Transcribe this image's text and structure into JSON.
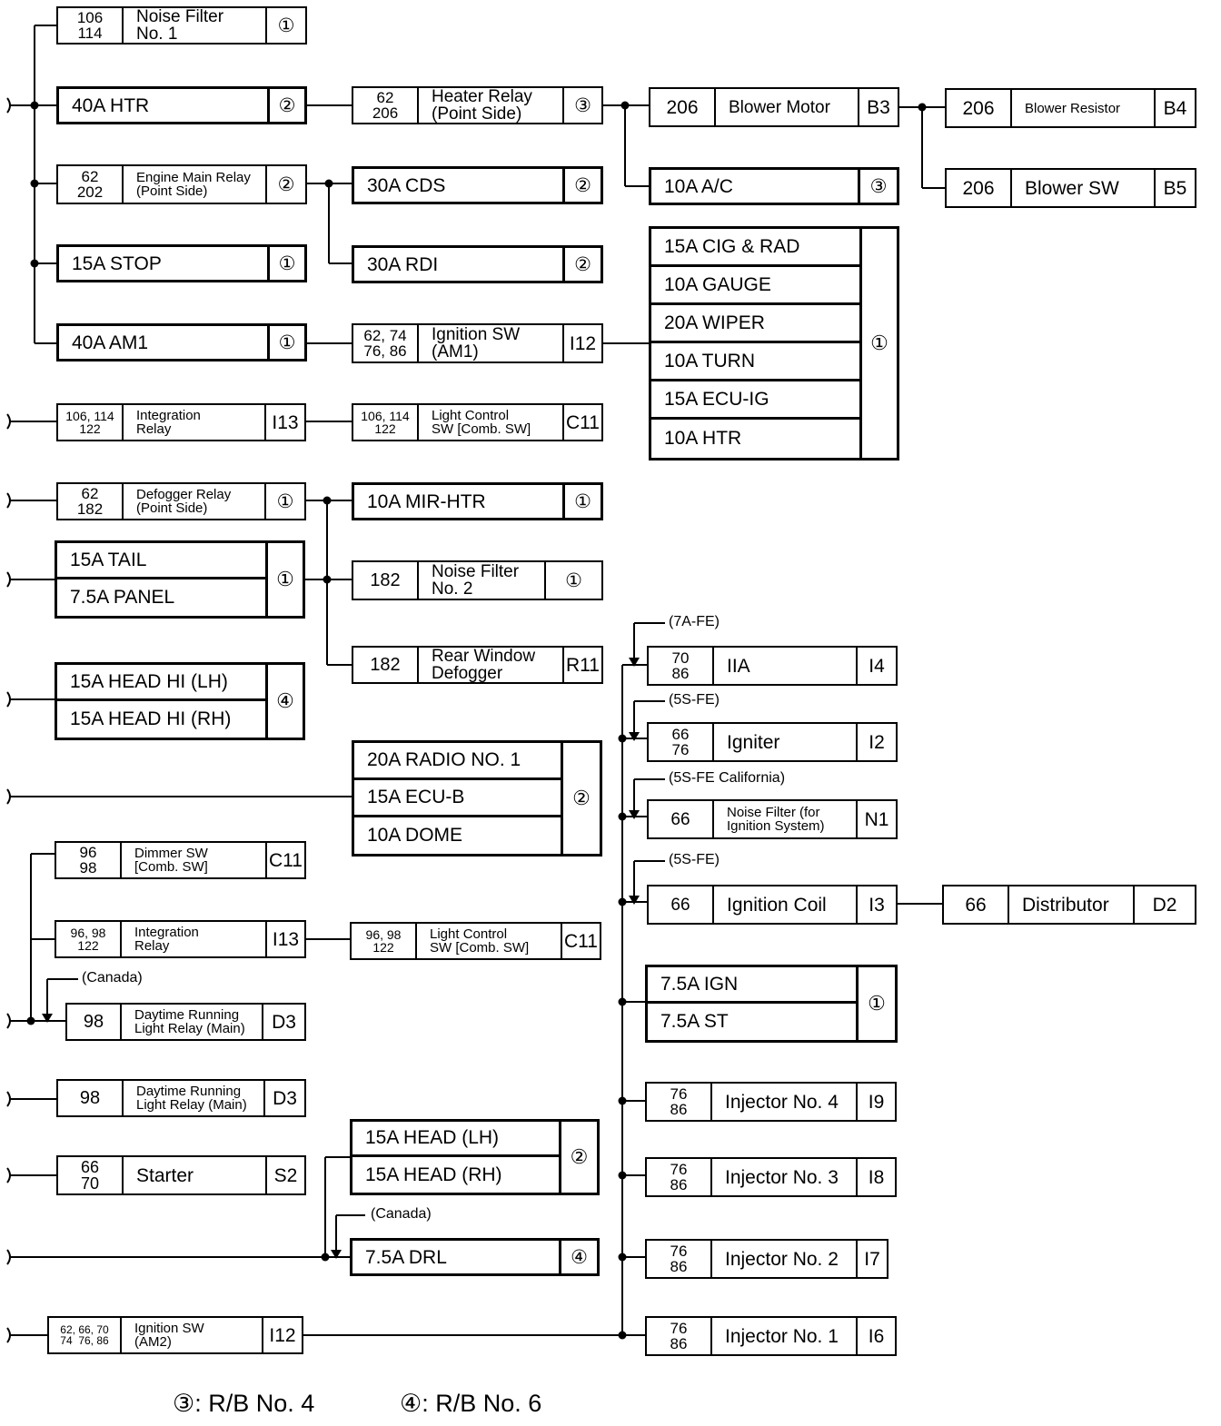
{
  "blocks": {
    "noise_filter_1": {
      "code": "106\n114",
      "name": "Noise Filter\nNo. 1",
      "tail": "①"
    },
    "fuse_40a_htr": {
      "name": "40A HTR",
      "tail": "②"
    },
    "engine_main_relay": {
      "code": "62\n202",
      "name": "Engine Main Relay\n(Point Side)",
      "tail": "②"
    },
    "fuse_15a_stop": {
      "name": "15A STOP",
      "tail": "①"
    },
    "fuse_40a_am1": {
      "name": "40A AM1",
      "tail": "①"
    },
    "integration_relay_1": {
      "code": "106, 114\n122",
      "name": "Integration\nRelay",
      "tail": "I13"
    },
    "defogger_relay": {
      "code": "62\n182",
      "name": "Defogger Relay\n(Point Side)",
      "tail": "①"
    },
    "heater_relay": {
      "code": "62\n206",
      "name": "Heater Relay\n(Point Side)",
      "tail": "③"
    },
    "fuse_30a_cds": {
      "name": "30A CDS",
      "tail": "②"
    },
    "fuse_30a_rdi": {
      "name": "30A RDI",
      "tail": "②"
    },
    "ignition_sw_am1": {
      "code": "62, 74\n76, 86",
      "name": "Ignition SW\n(AM1)",
      "tail": "I12"
    },
    "light_control_sw_1": {
      "code": "106, 114\n122",
      "name": "Light Control\nSW [Comb. SW]",
      "tail": "C11"
    },
    "fuse_10a_mir_htr": {
      "name": "10A MIR-HTR",
      "tail": "①"
    },
    "noise_filter_2": {
      "code": "182",
      "name": "Noise Filter\nNo. 2",
      "tail": "①"
    },
    "rear_window_defogger": {
      "code": "182",
      "name": "Rear Window\nDefogger",
      "tail": "R11"
    },
    "blower_motor": {
      "code": "206",
      "name": "Blower Motor",
      "tail": "B3"
    },
    "fuse_10a_ac": {
      "name": "10A A/C",
      "tail": "③"
    },
    "blower_resistor": {
      "code": "206",
      "name": "Blower Resistor",
      "tail": "B4"
    },
    "blower_sw": {
      "code": "206",
      "name": "Blower SW",
      "tail": "B5"
    },
    "dimmer_sw": {
      "code": "96\n98",
      "name": "Dimmer SW\n[Comb. SW]",
      "tail": "C11"
    },
    "integration_relay_2": {
      "code": "96, 98\n122",
      "name": "Integration\nRelay",
      "tail": "I13"
    },
    "light_control_sw_2": {
      "code": "96, 98\n122",
      "name": "Light Control\nSW [Comb. SW]",
      "tail": "C11"
    },
    "drl_relay_1": {
      "code": "98",
      "name": "Daytime Running\nLight Relay (Main)",
      "tail": "D3"
    },
    "drl_relay_2": {
      "code": "98",
      "name": "Daytime Running\nLight Relay (Main)",
      "tail": "D3"
    },
    "starter": {
      "code": "66\n70",
      "name": "Starter",
      "tail": "S2"
    },
    "fuse_7_5a_drl": {
      "name": "7.5A DRL",
      "tail": "④"
    },
    "ignition_sw_am2": {
      "code": "62, 66, 70\n74  76, 86",
      "name": "Ignition SW\n(AM2)",
      "tail": "I12"
    },
    "iia": {
      "code": "70\n86",
      "name": "IIA",
      "tail": "I4"
    },
    "igniter": {
      "code": "66\n76",
      "name": "Igniter",
      "tail": "I2"
    },
    "noise_filter_ign": {
      "code": "66",
      "name": "Noise Filter (for\nIgnition System)",
      "tail": "N1"
    },
    "ignition_coil": {
      "code": "66",
      "name": "Ignition Coil",
      "tail": "I3"
    },
    "distributor": {
      "code": "66",
      "name": "Distributor",
      "tail": "D2"
    },
    "injector_4": {
      "code": "76\n86",
      "name": "Injector No. 4",
      "tail": "I9"
    },
    "injector_3": {
      "code": "76\n86",
      "name": "Injector No. 3",
      "tail": "I8"
    },
    "injector_2": {
      "code": "76\n86",
      "name": "Injector No. 2",
      "tail": "I7"
    },
    "injector_1": {
      "code": "76\n86",
      "name": "Injector No. 1",
      "tail": "I6"
    }
  },
  "stacks": {
    "tail_panel": {
      "rows": [
        "15A TAIL",
        "7.5A PANEL"
      ],
      "tail": "①"
    },
    "head_hi": {
      "rows": [
        "15A HEAD HI (LH)",
        "15A HEAD HI (RH)"
      ],
      "tail": "④"
    },
    "radio_ecu_dome": {
      "rows": [
        "20A RADIO NO. 1",
        "15A ECU-B",
        "10A DOME"
      ],
      "tail": "②"
    },
    "head_lo": {
      "rows": [
        "15A HEAD (LH)",
        "15A HEAD (RH)"
      ],
      "tail": "②"
    },
    "am1_fuses": {
      "rows": [
        "15A CIG & RAD",
        "10A GAUGE",
        "20A WIPER",
        "10A TURN",
        "15A ECU-IG",
        "10A HTR"
      ],
      "tail": "①"
    },
    "ign_st": {
      "rows": [
        "7.5A IGN",
        "7.5A ST"
      ],
      "tail": "①"
    }
  },
  "notes": {
    "n_7afe": "(7A-FE)",
    "n_5sfe_1": "(5S-FE)",
    "n_5sfe_cal": "(5S-FE California)",
    "n_5sfe_2": "(5S-FE)",
    "n_canada_1": "(Canada)",
    "n_canada_2": "(Canada)"
  },
  "legend": {
    "rb4": "③: R/B No. 4",
    "rb6": "④: R/B No. 6"
  }
}
